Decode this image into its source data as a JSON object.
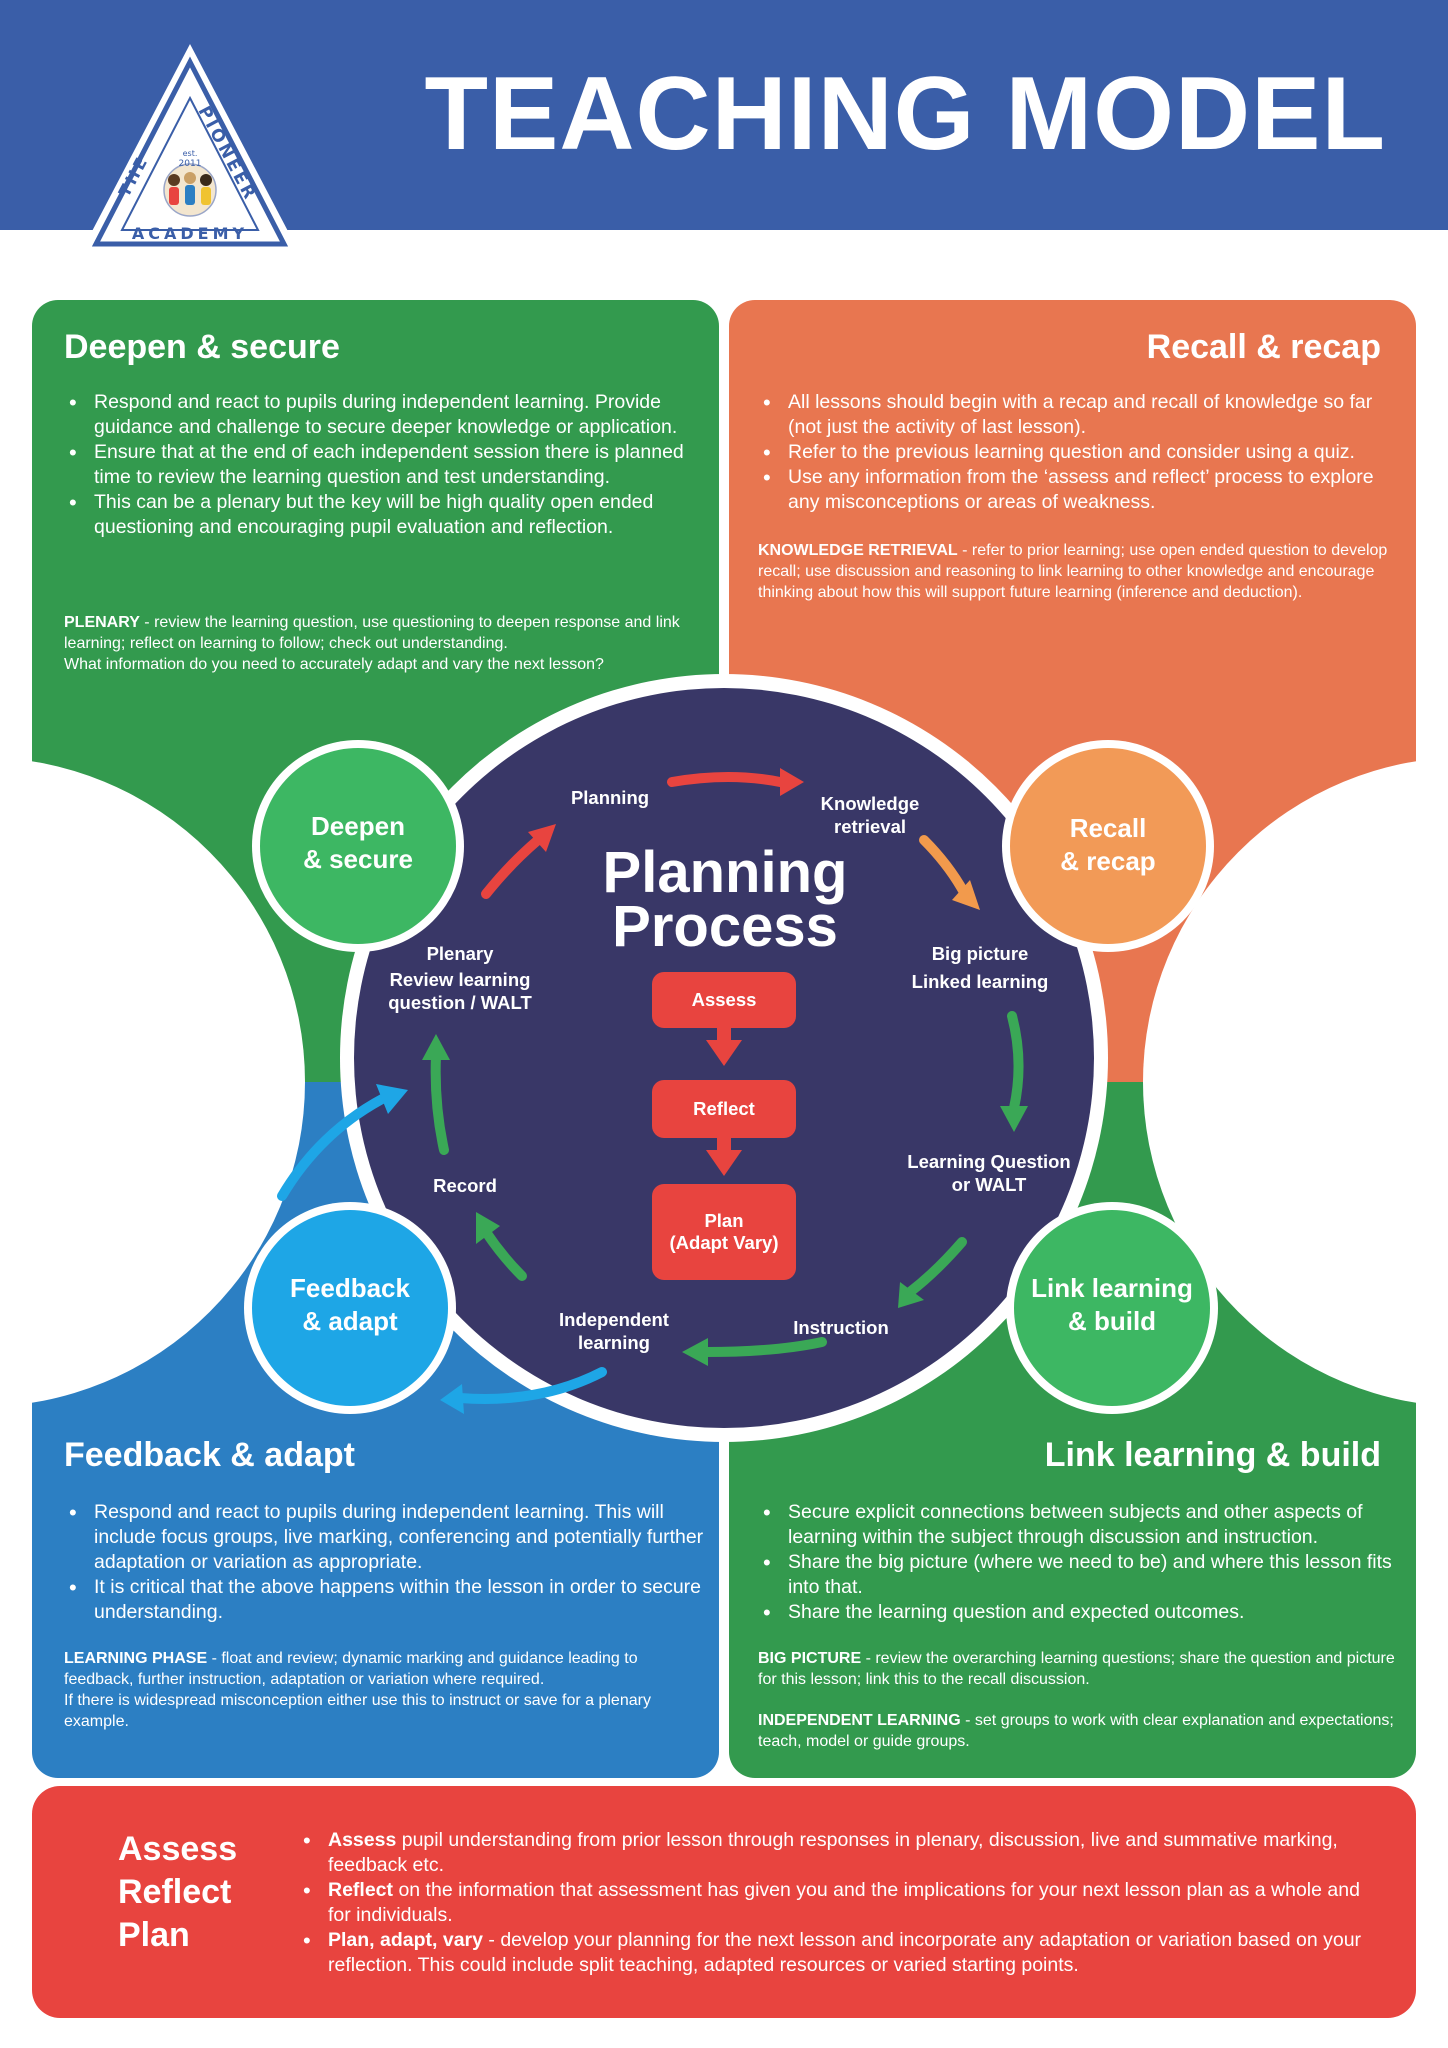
{
  "header": {
    "title": "TEACHING MODEL"
  },
  "logo": {
    "est": "est.",
    "year": "2011",
    "word_the": "THE",
    "word_pioneer": "PIONEER",
    "word_academy": "ACADEMY"
  },
  "colors": {
    "header_blue": "#3a5ea8",
    "green": "#339a4e",
    "orange": "#e87650",
    "blue": "#2c7fc3",
    "red": "#e8443f",
    "navy": "#393767"
  },
  "panels": {
    "deepen": {
      "title": "Deepen & secure",
      "bullets": [
        "Respond and react to pupils during independent learning. Provide guidance and challenge to secure deeper knowledge or application.",
        "Ensure that at the end of each independent session there is planned time to review the learning question and test understanding.",
        "This can be a plenary but the key will be high quality open ended questioning and encouraging pupil evaluation and reflection."
      ],
      "note_label": "PLENARY",
      "note_text": " - review the learning question, use questioning to deepen response and link learning; reflect on learning to follow; check out understanding.",
      "note_text2": "What information do you need to accurately adapt and vary the next lesson?"
    },
    "recall": {
      "title": "Recall & recap",
      "bullets": [
        "All lessons should begin with a recap and recall of knowledge so far (not just the activity of last lesson).",
        "Refer to the previous learning question and consider using a quiz.",
        "Use any information from the ‘assess and reflect’ process to explore any misconceptions or areas of weakness."
      ],
      "note_label": "KNOWLEDGE RETRIEVAL",
      "note_text": " - refer to prior learning; use open ended question to develop recall; use discussion and reasoning to link learning to other knowledge and encourage thinking about how this will support future learning (inference and deduction)."
    },
    "feedback": {
      "title": "Feedback & adapt",
      "bullets": [
        "Respond and react to pupils during independent learning. This will include focus groups, live marking, conferencing and potentially further adaptation or variation as appropriate.",
        "It is critical that the above happens within the lesson in order to secure understanding."
      ],
      "note_label": "LEARNING PHASE",
      "note_text": " - float and review; dynamic marking and guidance leading to feedback, further instruction, adaptation or variation where required.",
      "note_text2": "If there is widespread misconception either use this to instruct or save for a plenary example."
    },
    "link": {
      "title": "Link learning & build",
      "bullets": [
        "Secure explicit connections between subjects and other aspects of learning within the subject through discussion and instruction.",
        "Share the big picture (where we need to be) and where this lesson fits into that.",
        "Share the learning question and expected outcomes."
      ],
      "note1_label": "BIG PICTURE",
      "note1_text": " - review the overarching learning questions; share the question and picture for this lesson; link this to the recall discussion.",
      "note2_label": "INDEPENDENT LEARNING",
      "note2_text": " - set groups to work with clear explanation and expectations; teach, model or guide groups."
    }
  },
  "diagram": {
    "title_line1": "Planning",
    "title_line2": "Process",
    "steps": {
      "planning": "Planning",
      "knowledge_1": "Knowledge",
      "knowledge_2": "retrieval",
      "big_picture_1": "Big picture",
      "big_picture_2": "Linked learning",
      "lq_1": "Learning Question",
      "lq_2": "or WALT",
      "instruction": "Instruction",
      "independent_1": "Independent",
      "independent_2": "learning",
      "record": "Record",
      "plenary_1": "Plenary",
      "plenary_2": "Review learning",
      "plenary_3": "question /  WALT"
    },
    "boxes": {
      "assess": "Assess",
      "reflect": "Reflect",
      "plan_1": "Plan",
      "plan_2": "(Adapt Vary)"
    },
    "circles": {
      "deepen_1": "Deepen",
      "deepen_2": "& secure",
      "recall_1": "Recall",
      "recall_2": "& recap",
      "feedback_1": "Feedback",
      "feedback_2": "& adapt",
      "link_1": "Link learning",
      "link_2": "& build"
    }
  },
  "arp": {
    "title_lines": [
      "Assess",
      "Reflect",
      "Plan"
    ],
    "items": [
      {
        "label": "Assess",
        "text": " pupil understanding from prior lesson through responses in plenary, discussion, live and summative marking, feedback etc."
      },
      {
        "label": "Reflect",
        "text": " on the information that assessment has given you and the implications for your next lesson plan as a whole and for individuals."
      },
      {
        "label": "Plan, adapt, vary",
        "text": " - develop your planning for the next lesson and incorporate any adaptation or variation based on your reflection. This could include split teaching, adapted resources or varied starting points."
      }
    ]
  }
}
